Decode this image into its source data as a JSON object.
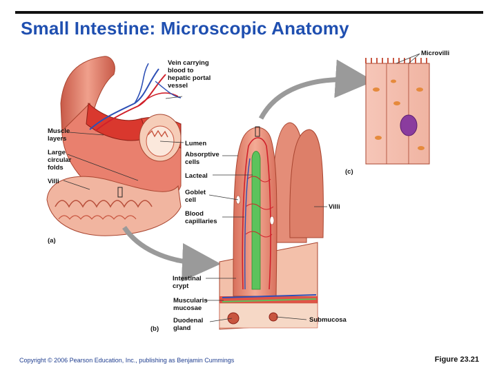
{
  "title": "Small Intestine: Microscopic Anatomy",
  "footer": {
    "copyright": "Copyright © 2006 Pearson Education, Inc., publishing as Benjamin Cummings",
    "figure_ref": "Figure 23.21"
  },
  "panels": {
    "a": "(a)",
    "b": "(b)",
    "c": "(c)"
  },
  "labels": {
    "vein_1": "Vein carrying",
    "vein_2": "blood to",
    "vein_3": "hepatic portal",
    "vein_4": "vessel",
    "muscle_1": "Muscle",
    "muscle_2": "layers",
    "folds_1": "Large",
    "folds_2": "circular",
    "folds_3": "folds",
    "villi_a": "Villi",
    "lumen": "Lumen",
    "absorptive_1": "Absorptive",
    "absorptive_2": "cells",
    "lacteal": "Lacteal",
    "goblet_1": "Goblet",
    "goblet_2": "cell",
    "capillaries_1": "Blood",
    "capillaries_2": "capillaries",
    "crypt_1": "Intestinal",
    "crypt_2": "crypt",
    "muscularis_1": "Muscularis",
    "muscularis_2": "mucosae",
    "duodenal_1": "Duodenal",
    "duodenal_2": "gland",
    "microvilli": "Microvilli",
    "villi_b": "Villi",
    "submucosa": "Submucosa"
  },
  "colors": {
    "title": "#1f4fb0",
    "tissue": "#e9806e",
    "tissue_dark": "#c8553f",
    "muscle": "#d9382e",
    "vein": "#2d4fb5",
    "artery": "#d0202a",
    "lacteal": "#5cc35c",
    "arrow": "#9a9a9a"
  }
}
